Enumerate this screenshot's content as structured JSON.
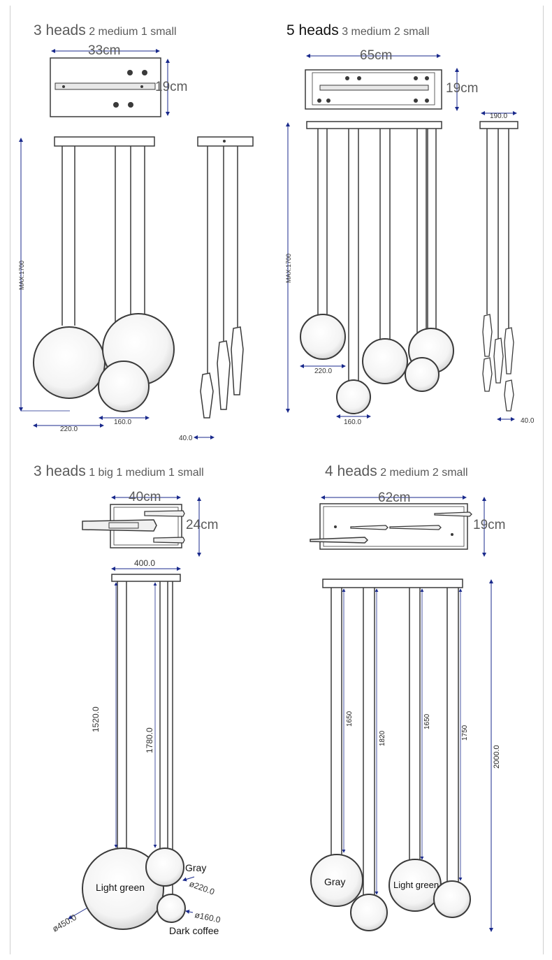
{
  "panels": [
    {
      "title_big": "3 heads",
      "title_small": "2 medium 1 small",
      "plate_width": "33cm",
      "plate_depth": "19cm",
      "max_height": "MAX:1700",
      "dim_a": "220.0",
      "dim_b": "160.0",
      "dim_c": "40.0"
    },
    {
      "title_big": "5 heads",
      "title_small": "3 medium 2 small",
      "plate_width": "65cm",
      "plate_depth": "19cm",
      "side_width": "190.0",
      "max_height": "MAX:1700",
      "dim_a": "220.0",
      "dim_b": "160.0",
      "dim_c": "40.0"
    },
    {
      "title_big": "3 heads",
      "title_small": "1 big 1 medium 1 small",
      "plate_width": "40cm",
      "plate_depth": "24cm",
      "canopy_width": "400.0",
      "drop_a": "1520.0",
      "drop_b": "1780.0",
      "color_big": "Light green",
      "color_medium": "Gray",
      "color_small": "Dark coffee",
      "dia_big": "ø450.0",
      "dia_medium": "ø220.0",
      "dia_small": "ø160.0"
    },
    {
      "title_big": "4 heads",
      "title_small": "2 medium 2 small",
      "plate_width": "62cm",
      "plate_depth": "19cm",
      "drop_a": "1650",
      "drop_b": "1820",
      "drop_c": "1650",
      "drop_d": "1750",
      "total": "2000.0",
      "color_a": "Gray",
      "color_b": "Light green"
    }
  ],
  "colors": {
    "line": "#3a3a3a",
    "dim": "#1a2a8c",
    "text": "#5a5a5a"
  }
}
